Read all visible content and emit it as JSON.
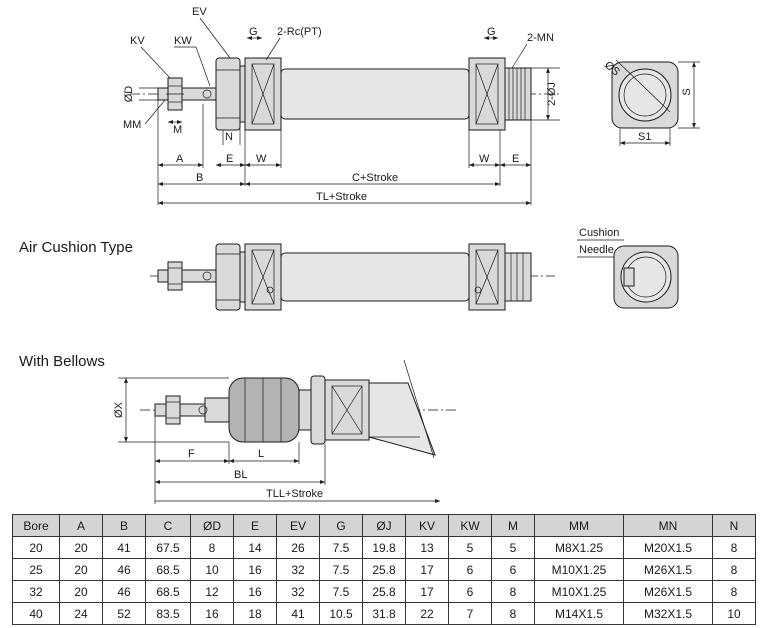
{
  "sections": {
    "air_cushion": "Air Cushion Type",
    "with_bellows": "With Bellows"
  },
  "labels": {
    "ev": "EV",
    "kv": "KV",
    "kw": "KW",
    "g_left": "G",
    "rc": "2-Rc(PT)",
    "g_right": "G",
    "mn": "2-MN",
    "od": "ØD",
    "mm": "MM",
    "m": "M",
    "n": "N",
    "oj": "2-ØJ",
    "a": "A",
    "e_left": "E",
    "w_left": "W",
    "w_right": "W",
    "e_right": "E",
    "b": "B",
    "c_stroke": "C+Stroke",
    "tl_stroke": "TL+Stroke",
    "os": "ØS",
    "s": "S",
    "s1": "S1",
    "cushion": "Cushion",
    "needle": "Needle",
    "ox": "ØX",
    "f": "F",
    "l": "L",
    "bl": "BL",
    "tll_stroke": "TLL+Stroke"
  },
  "table": {
    "headers": [
      "Bore",
      "A",
      "B",
      "C",
      "ØD",
      "E",
      "EV",
      "G",
      "ØJ",
      "KV",
      "KW",
      "M",
      "MM",
      "MN",
      "N"
    ],
    "rows": [
      [
        "20",
        "20",
        "41",
        "67.5",
        "8",
        "14",
        "26",
        "7.5",
        "19.8",
        "13",
        "5",
        "5",
        "M8X1.25",
        "M20X1.5",
        "8"
      ],
      [
        "25",
        "20",
        "46",
        "68.5",
        "10",
        "16",
        "32",
        "7.5",
        "25.8",
        "17",
        "6",
        "6",
        "M10X1.25",
        "M26X1.5",
        "8"
      ],
      [
        "32",
        "20",
        "46",
        "68.5",
        "12",
        "16",
        "32",
        "7.5",
        "25.8",
        "17",
        "6",
        "8",
        "M10X1.25",
        "M26X1.5",
        "8"
      ],
      [
        "40",
        "24",
        "52",
        "83.5",
        "16",
        "18",
        "41",
        "10.5",
        "31.8",
        "22",
        "7",
        "8",
        "M14X1.5",
        "M32X1.5",
        "10"
      ]
    ]
  }
}
